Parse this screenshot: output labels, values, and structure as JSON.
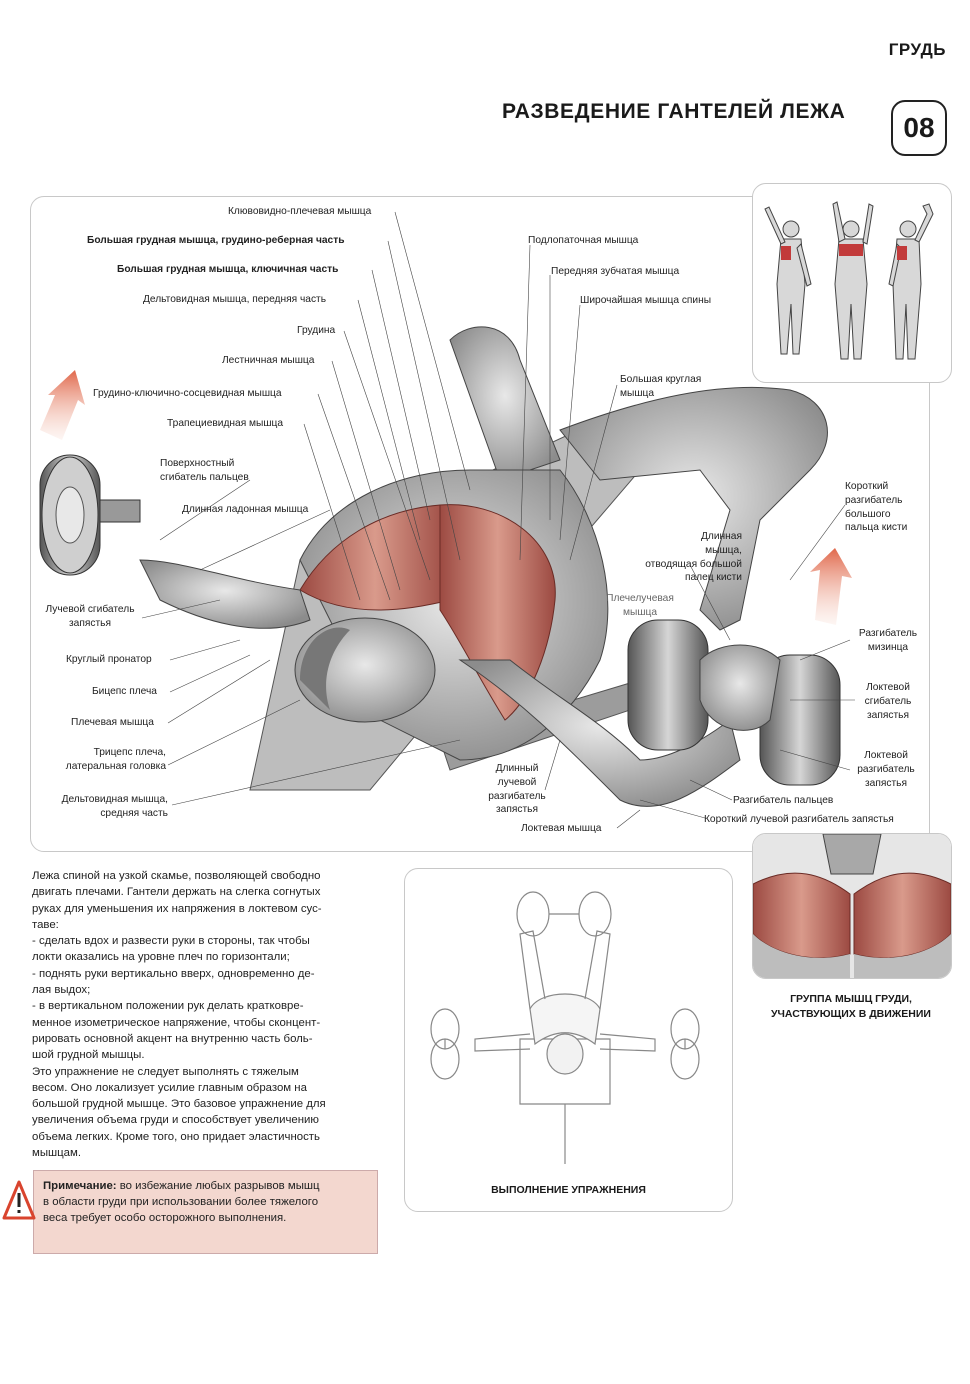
{
  "header": {
    "section": "ГРУДЬ",
    "title": "РАЗВЕДЕНИЕ ГАНТЕЛЕЙ ЛЕЖА",
    "number": "08"
  },
  "muscle_labels": {
    "klyuvo": "Клювовидно-плечевая мышца",
    "big_chest_sternal": "Большая грудная мышца, грудино-реберная часть",
    "big_chest_clav": "Большая грудная мышца, ключичная часть",
    "delt_front": "Дельтовидная мышца, передняя часть",
    "sternum": "Грудина",
    "scalene": "Лестничная мышца",
    "scm": "Грудино-ключично-сосцевидная мышца",
    "trapezius": "Трапециевидная мышца",
    "flexor_superficial": [
      "Поверхностный",
      "сгибатель пальцев"
    ],
    "palmaris": "Длинная ладонная мышца",
    "radial_flexor": [
      "Лучевой сгибатель",
      "запястья"
    ],
    "pronator": "Круглый пронатор",
    "biceps": "Бицепс плеча",
    "brachialis": "Плечевая мышца",
    "triceps_lat": [
      "Трицепс плеча,",
      "латеральная головка"
    ],
    "delt_mid": [
      "Дельтовидная мышца,",
      "средняя часть"
    ],
    "subscapularis": "Подлопаточная мышца",
    "serratus": "Передняя зубчатая мышца",
    "latissimus": "Широчайшая мышца спины",
    "teres_major": [
      "Большая круглая",
      "мышца"
    ],
    "ext_pollicis_brevis": [
      "Короткий",
      "разгибатель",
      "большого",
      "пальца кисти"
    ],
    "abd_pollicis_longus": [
      "Длинная",
      "мышца,",
      "отводящая большой",
      "палец кисти"
    ],
    "brachioradialis": [
      "Плечелучевая",
      "мышца"
    ],
    "ext_digiti_minimi": [
      "Разгибатель",
      "мизинца"
    ],
    "flexor_carpi_ulnaris": [
      "Локтевой",
      "сгибатель",
      "запястья"
    ],
    "ext_carpi_ulnaris": [
      "Локтевой",
      "разгибатель",
      "запястья"
    ],
    "ext_digitorum": "Разгибатель пальцев",
    "ext_carpi_rad_brevis": "Короткий лучевой разгибатель запястья",
    "ext_carpi_rad_longus": [
      "Длинный",
      "лучевой",
      "разгибатель",
      "запястья"
    ],
    "anconeus": "Локтевая мышца"
  },
  "description": [
    "Лежа спиной на узкой скамье, позволяющей свободно",
    "двигать плечами. Гантели держать на слегка согнутых",
    "руках для уменьшения их напряжения в локтевом сус-",
    "таве:",
    "- сделать вдох и развести руки в стороны, так чтобы",
    "локти оказались на уровне плеч по горизонтали;",
    "- поднять руки вертикально вверх, одновременно де-",
    "лая выдох;",
    "- в вертикальном положении рук делать кратковре-",
    "менное изометрическое напряжение, чтобы сконцент-",
    "рировать основной акцент на внутренню часть боль-",
    "шой грудной мышцы.",
    "Это упражнение не следует выполнять с тяжелым",
    "весом. Оно локализует усилие главным образом на",
    "большой грудной мышце. Это базовое упражнение для",
    "увеличения объема груди и способствует увеличению",
    "объема легких. Кроме того, оно придает эластичность",
    "мышцам."
  ],
  "note": {
    "label": "Примечание:",
    "text_first": " во избежание любых разрывов мышц",
    "lines": [
      "в области груди при использовании более тяжелого",
      "веса требует особо осторожного выполнения."
    ]
  },
  "captions": {
    "execution": "ВЫПОЛНЕНИЕ УПРАЖНЕНИЯ",
    "muscle_group": [
      "ГРУППА МЫШЦ ГРУДИ,",
      "УЧАСТВУЮЩИХ В ДВИЖЕНИИ"
    ]
  },
  "colors": {
    "muscle_red": "#b5544a",
    "muscle_gray": "#9a9a9a",
    "arrow": "#e0674a",
    "note_bg": "#f3d7cf"
  }
}
